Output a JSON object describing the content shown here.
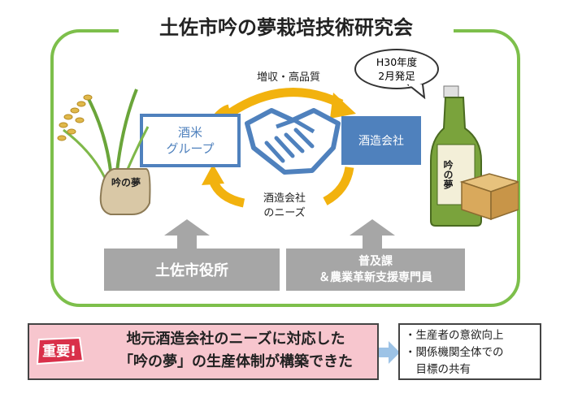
{
  "title": "土佐市吟の夢栽培技術研究会",
  "top_label": "増収・高品質",
  "bottom_label": [
    "酒造会社",
    "のニーズ"
  ],
  "sake_rice_group": [
    "酒米",
    "グループ"
  ],
  "brewery": "酒造会社",
  "bubble": [
    "H30年度",
    "2月発足"
  ],
  "rice_bag_label": "吟の夢",
  "bottle_label": "吟の夢",
  "city_office": "土佐市役所",
  "extension": [
    "普及課",
    "＆農業革新支援専門員"
  ],
  "important_badge": "重要!",
  "conclusion": [
    "地元酒造会社のニーズに対応した",
    "「吟の夢」の生産体制が構築できた"
  ],
  "effects": [
    "・生産者の意欲向上",
    "・関係機関全体での",
    "　目標の共有"
  ],
  "colors": {
    "frame_green": "#7dbf4b",
    "arrow_orange": "#f2b20e",
    "brand_blue": "#4f81bd",
    "gray_box": "#a6a6a6",
    "conclusion_pink": "#f7c6ce",
    "badge_red": "#d9304a",
    "light_blue_arrow": "#9dc3e6"
  }
}
